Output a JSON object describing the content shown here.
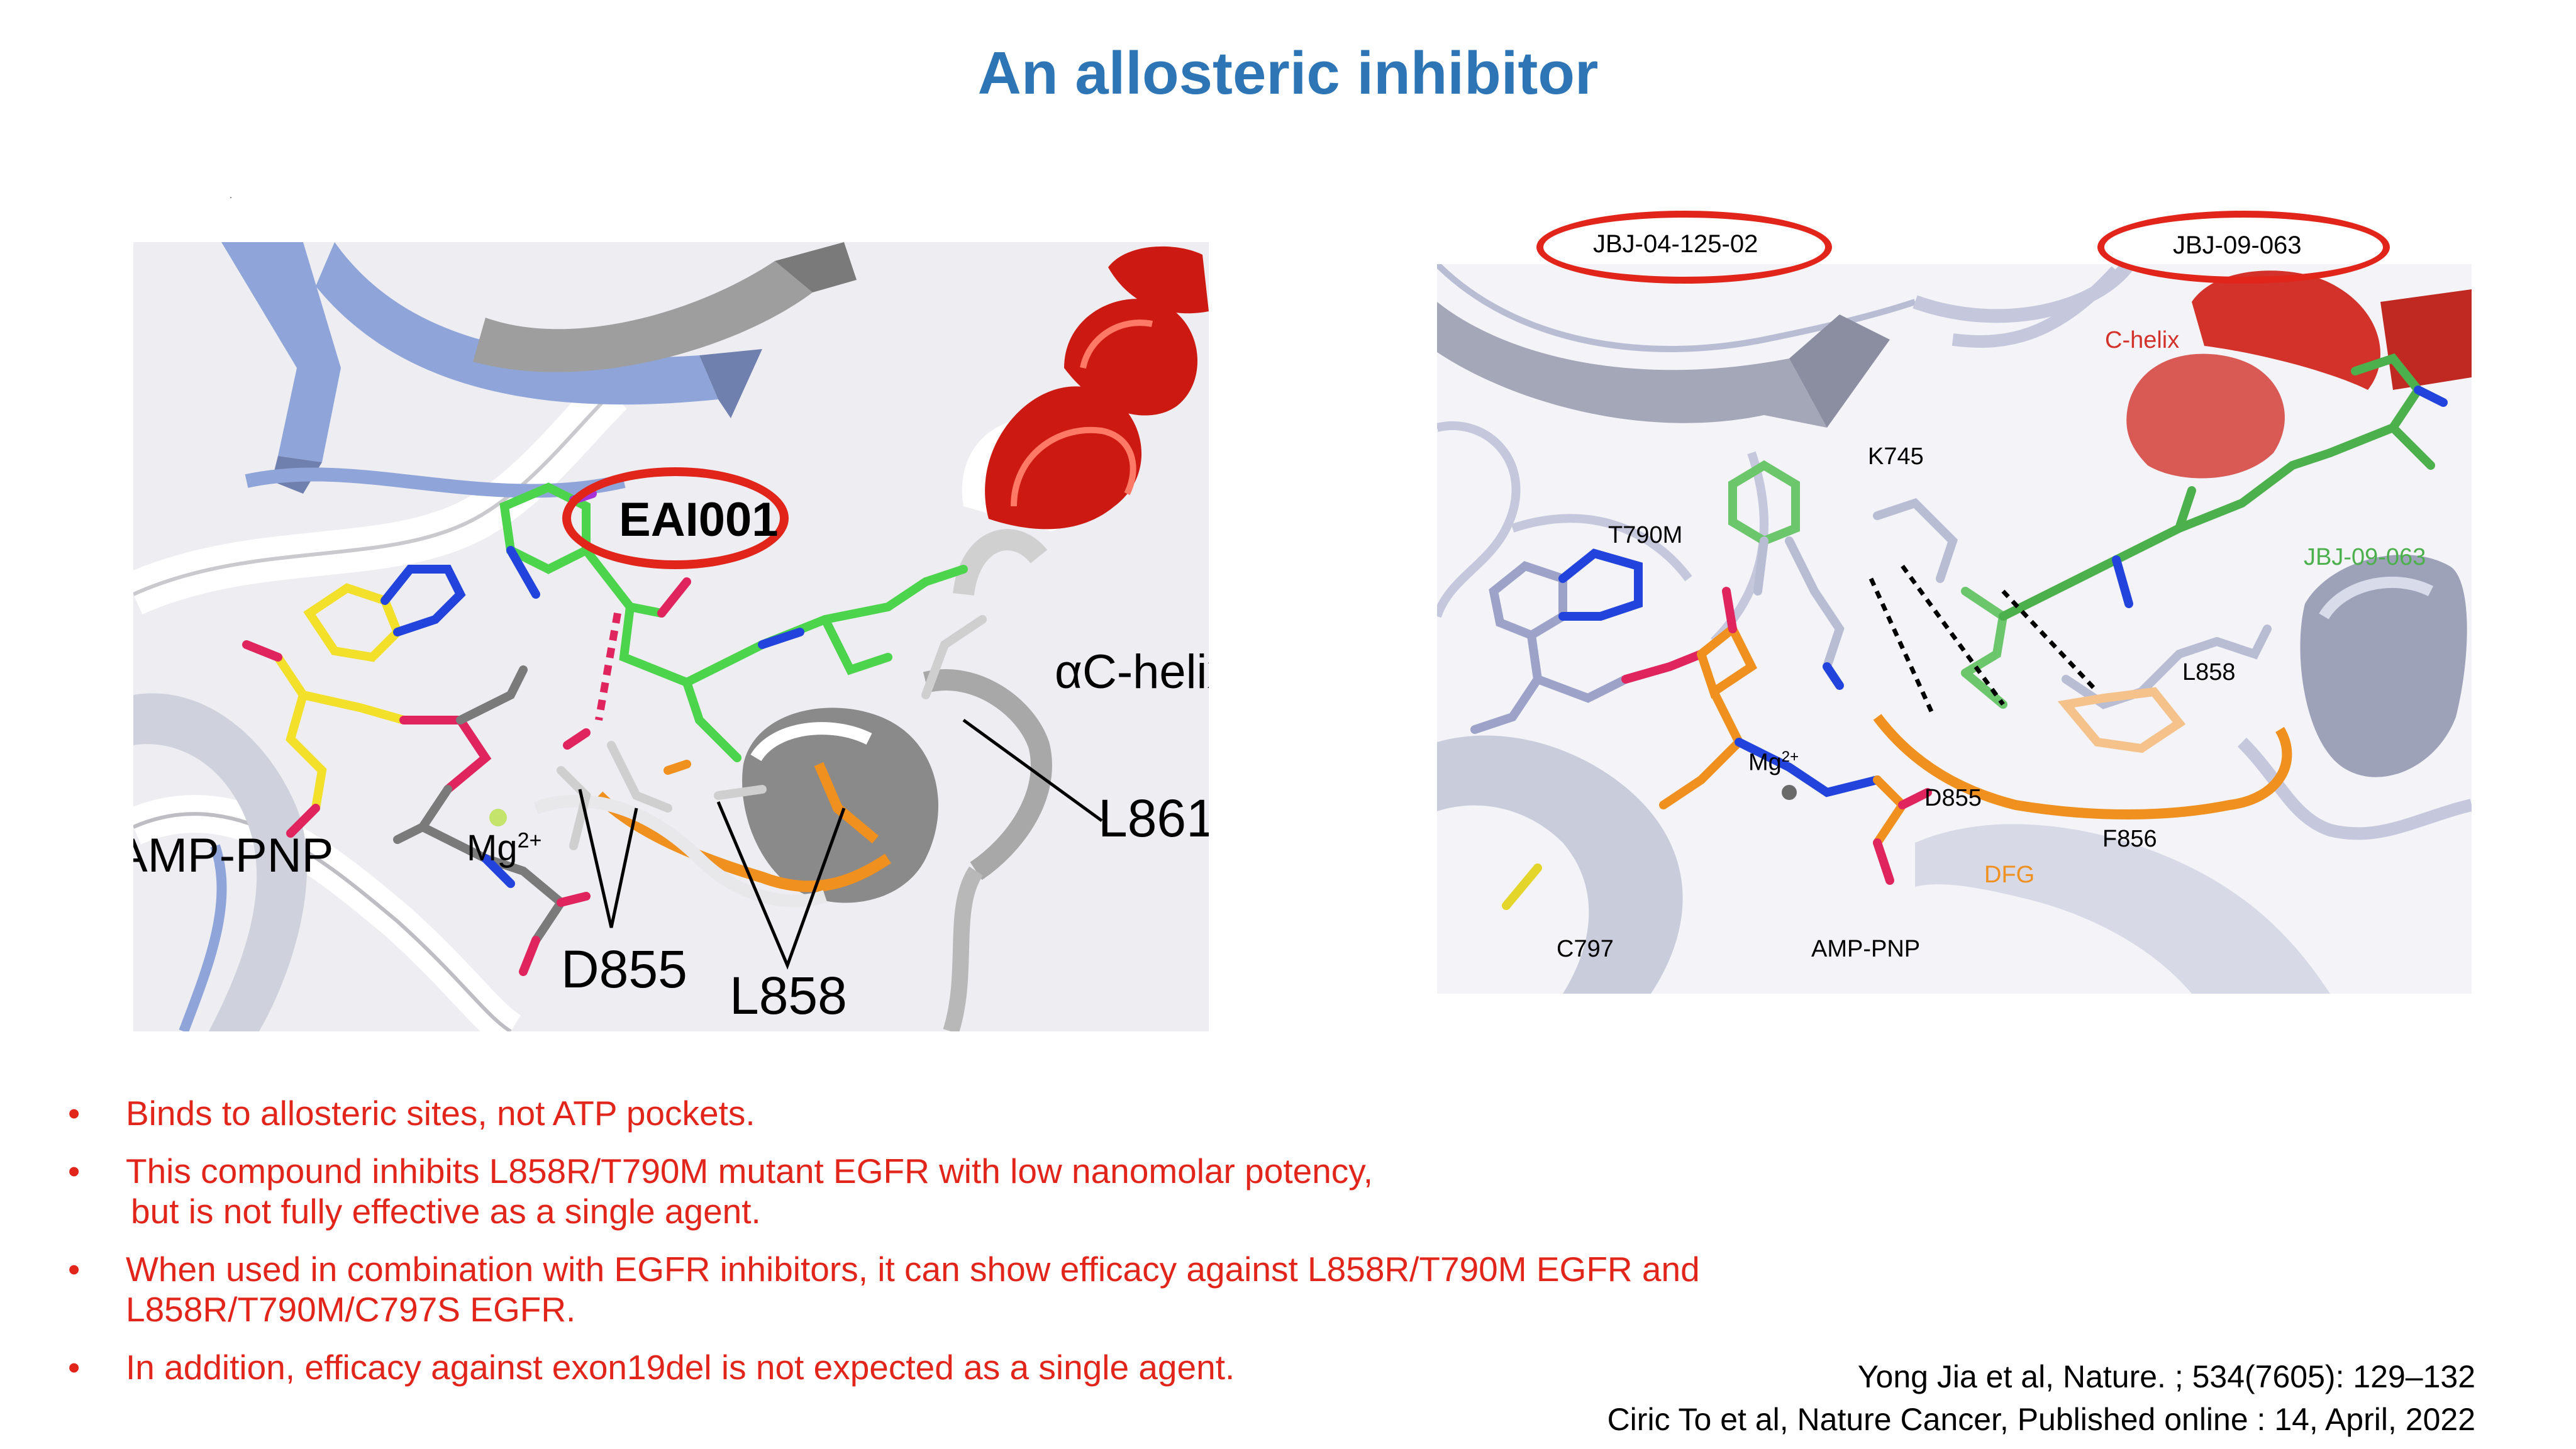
{
  "slide": {
    "title": "An allosteric inhibitor"
  },
  "left_figure": {
    "labels": {
      "eai": "EAI001",
      "amp": "AMP-PNP",
      "mg": "Mg",
      "mg_sup": "2+",
      "d855": "D855",
      "l858": "L858",
      "l861": "L861",
      "achelix": "αC-helix"
    }
  },
  "right_figure": {
    "labels": {
      "jbj1": "JBJ-04-125-02",
      "jbj2": "JBJ-09-063",
      "chelix": "C-helix",
      "k745": "K745",
      "t790m": "T790M",
      "jbj_green": "JBJ-09-063",
      "l858": "L858",
      "mg": "Mg",
      "mg_sup": "2+",
      "d855": "D855",
      "f856": "F856",
      "dfg": "DFG",
      "c797": "C797",
      "amp": "AMP-PNP"
    }
  },
  "bullets": [
    {
      "text": "Binds to allosteric sites, not ATP pockets.",
      "cont": ""
    },
    {
      "text": "This compound inhibits L858R/T790M mutant EGFR with low nanomolar potency,",
      "cont": "but is not fully effective as a single agent."
    },
    {
      "text": "When used in combination with EGFR inhibitors, it can show efficacy against L858R/T790M EGFR and",
      "cont": "L858R/T790M/C797S EGFR."
    },
    {
      "text": "In addition, efficacy against exon19del is not expected as a single agent.",
      "cont": ""
    }
  ],
  "references": [
    "Yong Jia et al, Nature. ; 534(7605): 129–132",
    "Ciric To et al, Nature Cancer, Published online : 14, April, 2022"
  ],
  "colors": {
    "title": "#2e75b6",
    "bullet_text": "#e1251b",
    "highlight_oval": "#e1251b",
    "ligand_green": "#4cd44c",
    "helix_red": "#cc1a12",
    "dfg_orange": "#f0901e",
    "strand_blue": "#8fa4d8"
  }
}
